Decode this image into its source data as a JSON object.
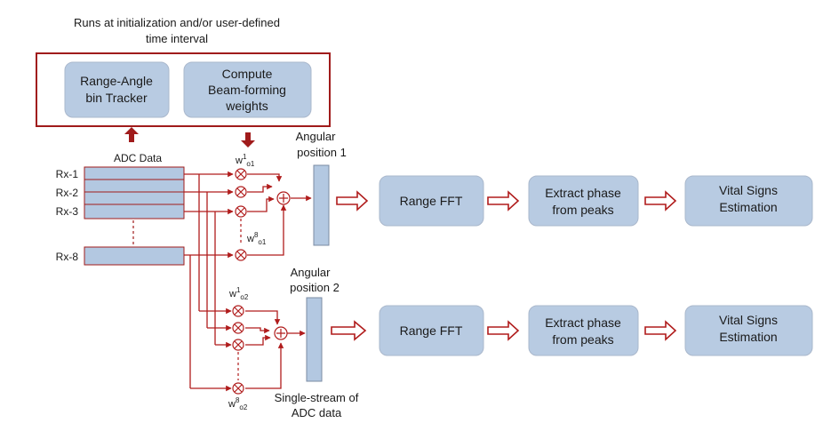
{
  "header": {
    "line1": "Runs at initialization  and/or user-defined",
    "line2": "time interval"
  },
  "top_blocks": {
    "tracker": {
      "line1": "Range-Angle",
      "line2": "bin Tracker"
    },
    "beamforming": {
      "line1": "Compute",
      "line2": "Beam-forming",
      "line3": "weights"
    }
  },
  "adc": {
    "label": "ADC Data",
    "rows": [
      "Rx-1",
      "Rx-2",
      "Rx-3",
      "Rx-8"
    ]
  },
  "weights": {
    "w_1_o1": {
      "base": "w",
      "sup": "1",
      "sub": "o1"
    },
    "w_8_o1": {
      "base": "w",
      "sup": "8",
      "sub": "o1"
    },
    "w_1_o2": {
      "base": "w",
      "sup": "1",
      "sub": "o2"
    },
    "w_8_o2": {
      "base": "w",
      "sup": "8",
      "sub": "o2"
    }
  },
  "angular": {
    "pos1": {
      "line1": "Angular",
      "line2": "position 1"
    },
    "pos2": {
      "line1": "Angular",
      "line2": "position 2"
    }
  },
  "single_stream": {
    "line1": "Single-stream of",
    "line2": "ADC data"
  },
  "pipeline": {
    "range_fft": "Range FFT",
    "extract": {
      "line1": "Extract phase",
      "line2": "from peaks"
    },
    "vital": {
      "line1": "Vital Signs",
      "line2": "Estimation"
    }
  },
  "colors": {
    "accent": "#b01c1c",
    "block_fill": "#b8cbe2",
    "adc_fill": "#b3c8e1",
    "text": "#1a1a1a"
  }
}
